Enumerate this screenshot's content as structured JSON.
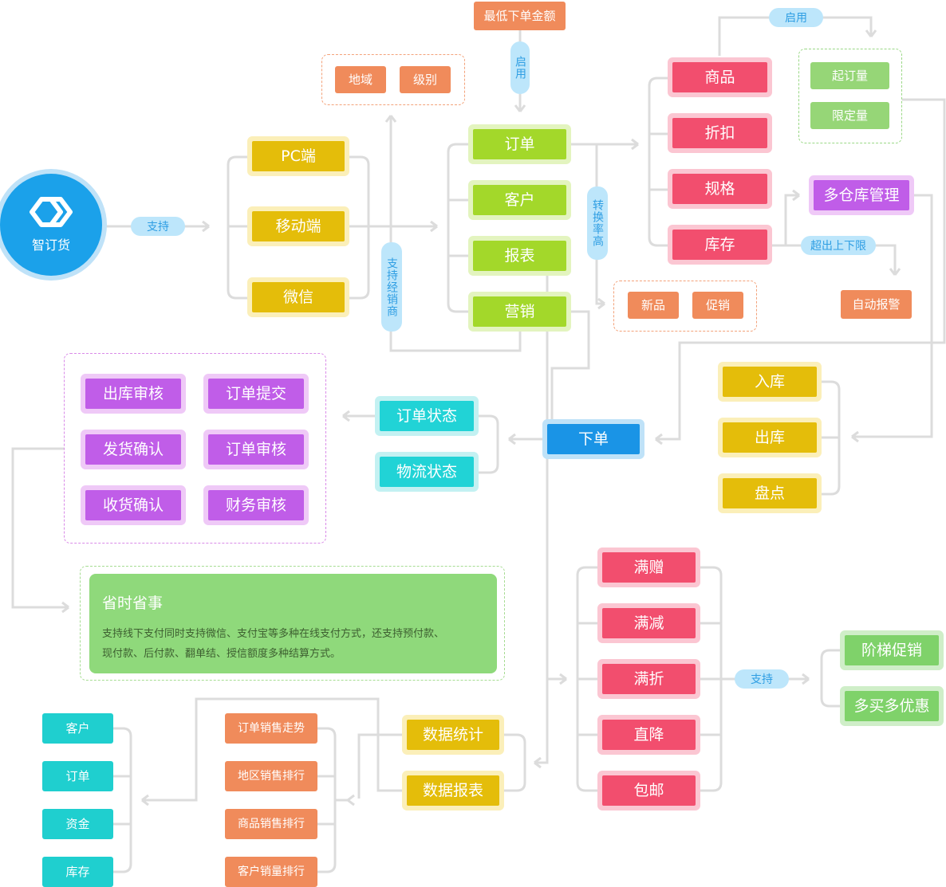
{
  "root": {
    "label": "智订货"
  },
  "pills": {
    "support1": "支持",
    "enable_top": "启用",
    "support_dealer": "支持经销商",
    "conversion": "转换率高",
    "enable_right": "启用",
    "exceed": "超出上下限",
    "support2": "支持"
  },
  "channels": [
    "PC端",
    "移动端",
    "微信"
  ],
  "region_group": [
    "地域",
    "级别"
  ],
  "min_order": "最低下单金额",
  "main_modules": [
    "订单",
    "客户",
    "报表",
    "营销"
  ],
  "new_promo": [
    "新品",
    "促销"
  ],
  "product_items": [
    "商品",
    "折扣",
    "规格",
    "库存"
  ],
  "quantity_group": [
    "起订量",
    "限定量"
  ],
  "multi_warehouse": "多仓库管理",
  "auto_alert": "自动报警",
  "order_node": "下单",
  "warehouse_ops": [
    "入库",
    "出库",
    "盘点"
  ],
  "status_nodes": [
    "订单状态",
    "物流状态"
  ],
  "audit_steps": [
    "出库审核",
    "订单提交",
    "发货确认",
    "订单审核",
    "收货确认",
    "财务审核"
  ],
  "info_box": {
    "title": "省时省事",
    "desc_line1": "支持线下支付同时支持微信、支付宝等多种在线支付方式，还支持预付款、",
    "desc_line2": "现付款、后付款、翻单结、授信额度多种结算方式。"
  },
  "promotions": [
    "满赠",
    "满减",
    "满折",
    "直降",
    "包邮"
  ],
  "promo_types": [
    "阶梯促销",
    "多买多优惠"
  ],
  "data_nodes": [
    "数据统计",
    "数据报表"
  ],
  "rankings": [
    "订单销售走势",
    "地区销售排行",
    "商品销售排行",
    "客户销量排行"
  ],
  "stats_items": [
    "客户",
    "订单",
    "资金",
    "库存"
  ],
  "colors": {
    "yellow": "#e4bd0a",
    "green": "#a3d82a",
    "red": "#f24e6e",
    "purple": "#c05de8",
    "cyan": "#21d3d6",
    "blue": "#1a94e6",
    "orange": "#f08b5b",
    "lightgreen": "#96d677",
    "connector": "#d9d9d9",
    "pill_bg": "#bde6fb",
    "pill_text": "#2f9ee3"
  }
}
